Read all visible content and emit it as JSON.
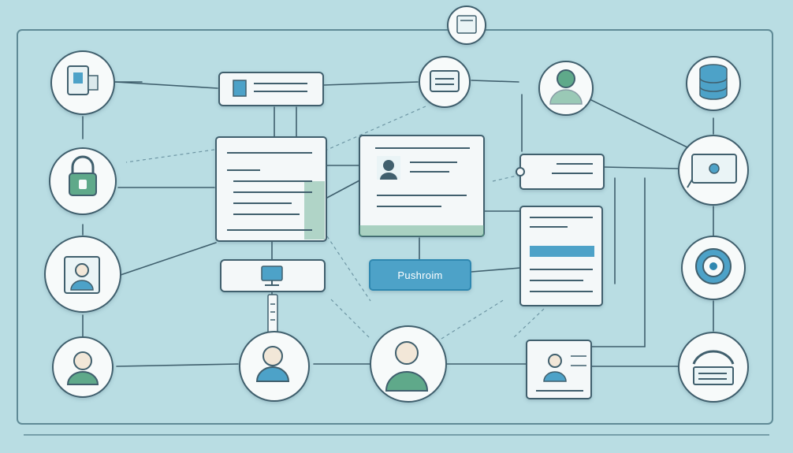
{
  "diagram": {
    "center_button_label": "Pushroim"
  },
  "colors": {
    "background": "#b9dde3",
    "frame": "#5f8a96",
    "line": "#3f5f6d",
    "accent": "#4ea2c8",
    "accent_dark": "#2f87b0",
    "card_fill": "#f4f8f9",
    "circle_fill": "#f7fafa",
    "avatar_green": "#5ea98a",
    "avatar_skin": "#f2e7d8"
  },
  "nodes": [
    {
      "id": "tablet-node",
      "icon": "tablet-icon",
      "shape": "circle"
    },
    {
      "id": "padlock-node",
      "icon": "padlock-icon",
      "shape": "circle"
    },
    {
      "id": "profile-node",
      "icon": "user-profile-icon",
      "shape": "circle"
    },
    {
      "id": "person-bottom-left-node",
      "icon": "person-icon",
      "shape": "circle"
    },
    {
      "id": "top-document-card",
      "icon": "document-icon",
      "shape": "card"
    },
    {
      "id": "large-document-card",
      "icon": "document-lines-icon",
      "shape": "card"
    },
    {
      "id": "small-monitor-card",
      "icon": "monitor-icon",
      "shape": "card"
    },
    {
      "id": "person-middle-node",
      "icon": "person-icon",
      "shape": "circle"
    },
    {
      "id": "monitor-top-node",
      "icon": "monitor-icon",
      "shape": "circle"
    },
    {
      "id": "profile-window-card",
      "icon": "profile-window-icon",
      "shape": "card"
    },
    {
      "id": "person-large-node",
      "icon": "person-icon",
      "shape": "circle"
    },
    {
      "id": "user-top-node",
      "icon": "user-icon",
      "shape": "circle"
    },
    {
      "id": "form-card",
      "icon": "form-icon",
      "shape": "card"
    },
    {
      "id": "tag-card",
      "icon": "tag-icon",
      "shape": "card"
    },
    {
      "id": "user-monitor-card",
      "icon": "user-monitor-icon",
      "shape": "card"
    },
    {
      "id": "database-node",
      "icon": "database-icon",
      "shape": "circle"
    },
    {
      "id": "screen-node",
      "icon": "screen-icon",
      "shape": "circle"
    },
    {
      "id": "target-node",
      "icon": "target-icon",
      "shape": "circle"
    },
    {
      "id": "router-node",
      "icon": "router-icon",
      "shape": "circle"
    },
    {
      "id": "top-window-node",
      "icon": "window-icon",
      "shape": "circle"
    }
  ]
}
